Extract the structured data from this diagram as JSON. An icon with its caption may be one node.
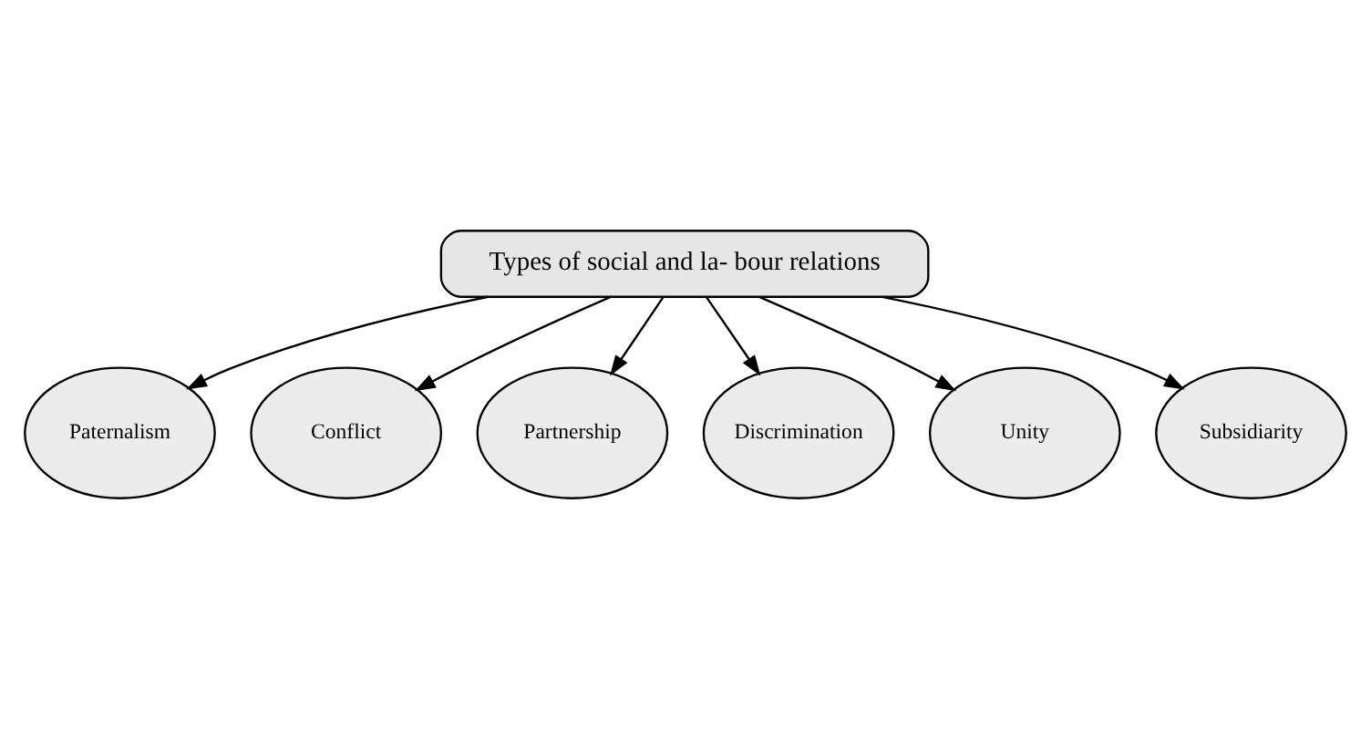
{
  "diagram": {
    "nodes": [
      {
        "text": [
          "Types of social and la- bour relations"
        ]
      },
      {
        "text": [
          "Paternalism"
        ]
      },
      {
        "text": [
          "Conflict"
        ]
      },
      {
        "text": [
          "Partnership"
        ]
      },
      {
        "text": [
          "Discrimination"
        ]
      },
      {
        "text": [
          "Unity"
        ]
      },
      {
        "text": [
          "Subsidiarity"
        ]
      }
    ],
    "edges": [
      {
        "from": 0,
        "to": 1,
        "arrow": "to"
      },
      {
        "from": 0,
        "to": 2,
        "arrow": "to"
      },
      {
        "from": 0,
        "to": 3,
        "arrow": "to"
      },
      {
        "from": 0,
        "to": 4,
        "arrow": "to"
      },
      {
        "from": 0,
        "to": 5,
        "arrow": "to"
      },
      {
        "from": 0,
        "to": 6,
        "arrow": "to"
      }
    ]
  }
}
